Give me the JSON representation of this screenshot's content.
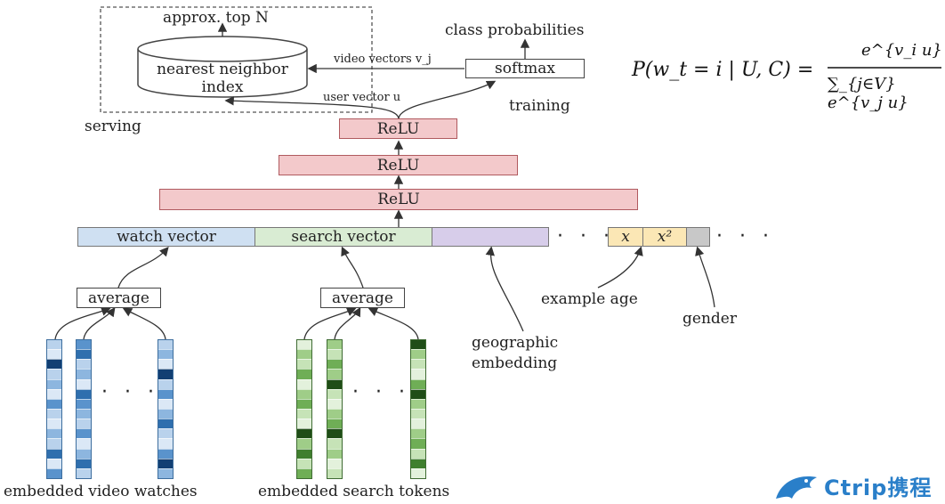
{
  "serving": {
    "top_label": "approx. top N",
    "index_label_line1": "nearest neighbor",
    "index_label_line2": "index",
    "section_label": "serving"
  },
  "training": {
    "class_prob_label": "class probabilities",
    "softmax_label": "softmax",
    "video_vectors_label": "video vectors v_j",
    "user_vector_label": "user vector u",
    "section_label": "training"
  },
  "formula": {
    "lhs": "P(w_t = i | U, C) =",
    "numerator": "e^{v_i u}",
    "denominator": "∑_{j∈V} e^{v_j u}"
  },
  "layers": {
    "relu_top": "ReLU",
    "relu_mid": "ReLU",
    "relu_bottom": "ReLU"
  },
  "input": {
    "watch_vector": "watch vector",
    "search_vector": "search vector",
    "x_label": "x",
    "x2_label": "x²",
    "ellipsis": "· · ·"
  },
  "features": {
    "average_watch": "average",
    "average_search": "average",
    "geo_line1": "geographic",
    "geo_line2": "embedding",
    "example_age": "example age",
    "gender": "gender",
    "embedded_watches": "embedded video watches",
    "embedded_search": "embedded search tokens"
  },
  "colors": {
    "relu": "#f3c9cb",
    "watch": "#cfe0f2",
    "search": "#d9ecd3",
    "geo": "#d7cdea",
    "age": "#fbe7b5",
    "gender": "#c8c8c8"
  },
  "logo": {
    "text": "Ctrip携程"
  }
}
